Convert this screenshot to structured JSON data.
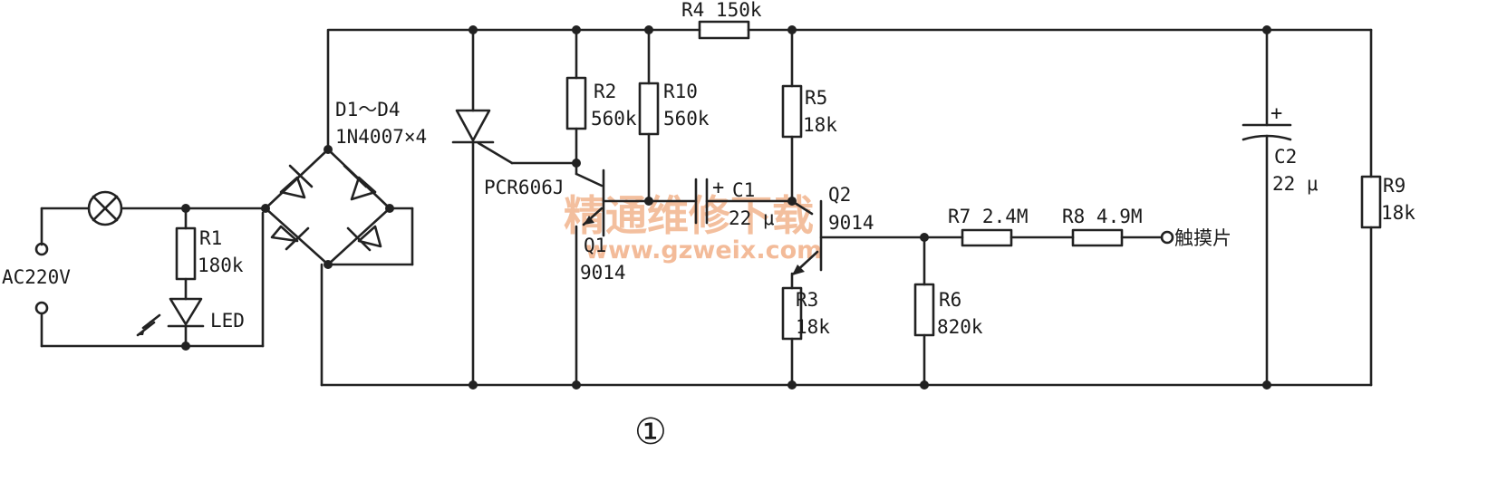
{
  "labels": {
    "r4": "R4  150k",
    "d_range": "D1～D4",
    "d_part": "1N4007×4",
    "r2": "R2",
    "r2_val": "560k",
    "r10": "R10",
    "r10_val": "560k",
    "r5": "R5",
    "r5_val": "18k",
    "c1": "C1",
    "c1_val": "22 μ",
    "q1": "Q1",
    "q1_part": "9014",
    "q2": "Q2",
    "q2_part": "9014",
    "scr": "PCR606J",
    "r1": "R1",
    "r1_val": "180k",
    "led": "LED",
    "ac": "AC220V",
    "r3": "R3",
    "r3_val": "18k",
    "r6": "R6",
    "r6_val": "820k",
    "r7": "R7  2.4M",
    "r8": "R8  4.9M",
    "touch": "触摸片",
    "c2": "C2",
    "c2_val": "22 μ",
    "r9": "R9",
    "r9_val": "18k",
    "plus_c1": "+",
    "plus_c2": "+",
    "figure_no": "①"
  },
  "watermark": {
    "cn": "精通维修下载",
    "url": "www.gzweix.com"
  }
}
